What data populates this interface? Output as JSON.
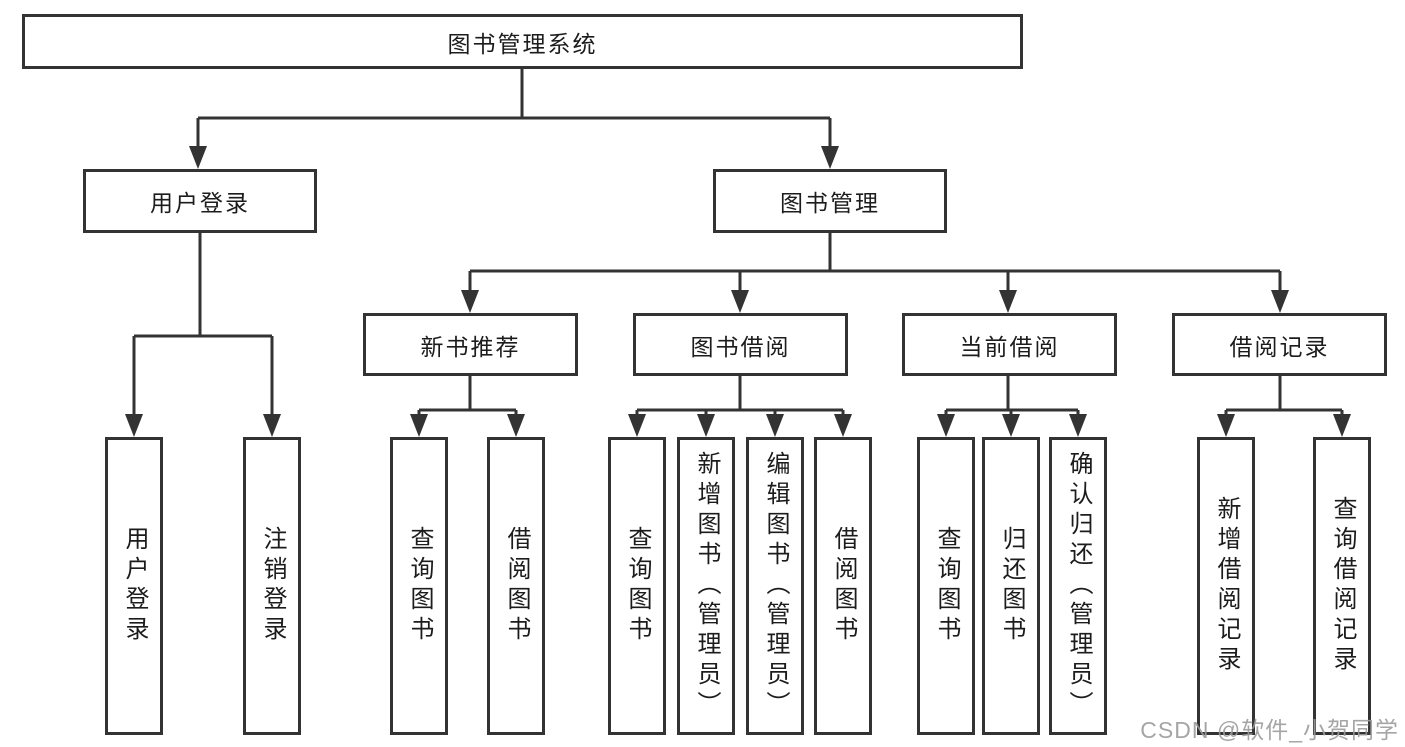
{
  "diagram": {
    "root": {
      "label": "图书管理系统"
    },
    "login": {
      "label": "用户登录",
      "children": [
        {
          "label": "用户登录"
        },
        {
          "label": "注销登录"
        }
      ]
    },
    "management": {
      "label": "图书管理",
      "children": [
        {
          "label": "新书推荐",
          "children": [
            {
              "label": "查询图书"
            },
            {
              "label": "借阅图书"
            }
          ]
        },
        {
          "label": "图书借阅",
          "children": [
            {
              "label": "查询图书"
            },
            {
              "label": "新增图书（管理员）"
            },
            {
              "label": "编辑图书（管理员）"
            },
            {
              "label": "借阅图书"
            }
          ]
        },
        {
          "label": "当前借阅",
          "children": [
            {
              "label": "查询图书"
            },
            {
              "label": "归还图书"
            },
            {
              "label": "确认归还（管理员）"
            }
          ]
        },
        {
          "label": "借阅记录",
          "children": [
            {
              "label": "新增借阅记录"
            },
            {
              "label": "查询借阅记录"
            }
          ]
        }
      ]
    },
    "colors": {
      "line": "#333333",
      "text": "#1c1c1c",
      "watermark": "#9c9c9c"
    }
  },
  "watermark": {
    "text": "CSDN @软件_小贺同学"
  }
}
